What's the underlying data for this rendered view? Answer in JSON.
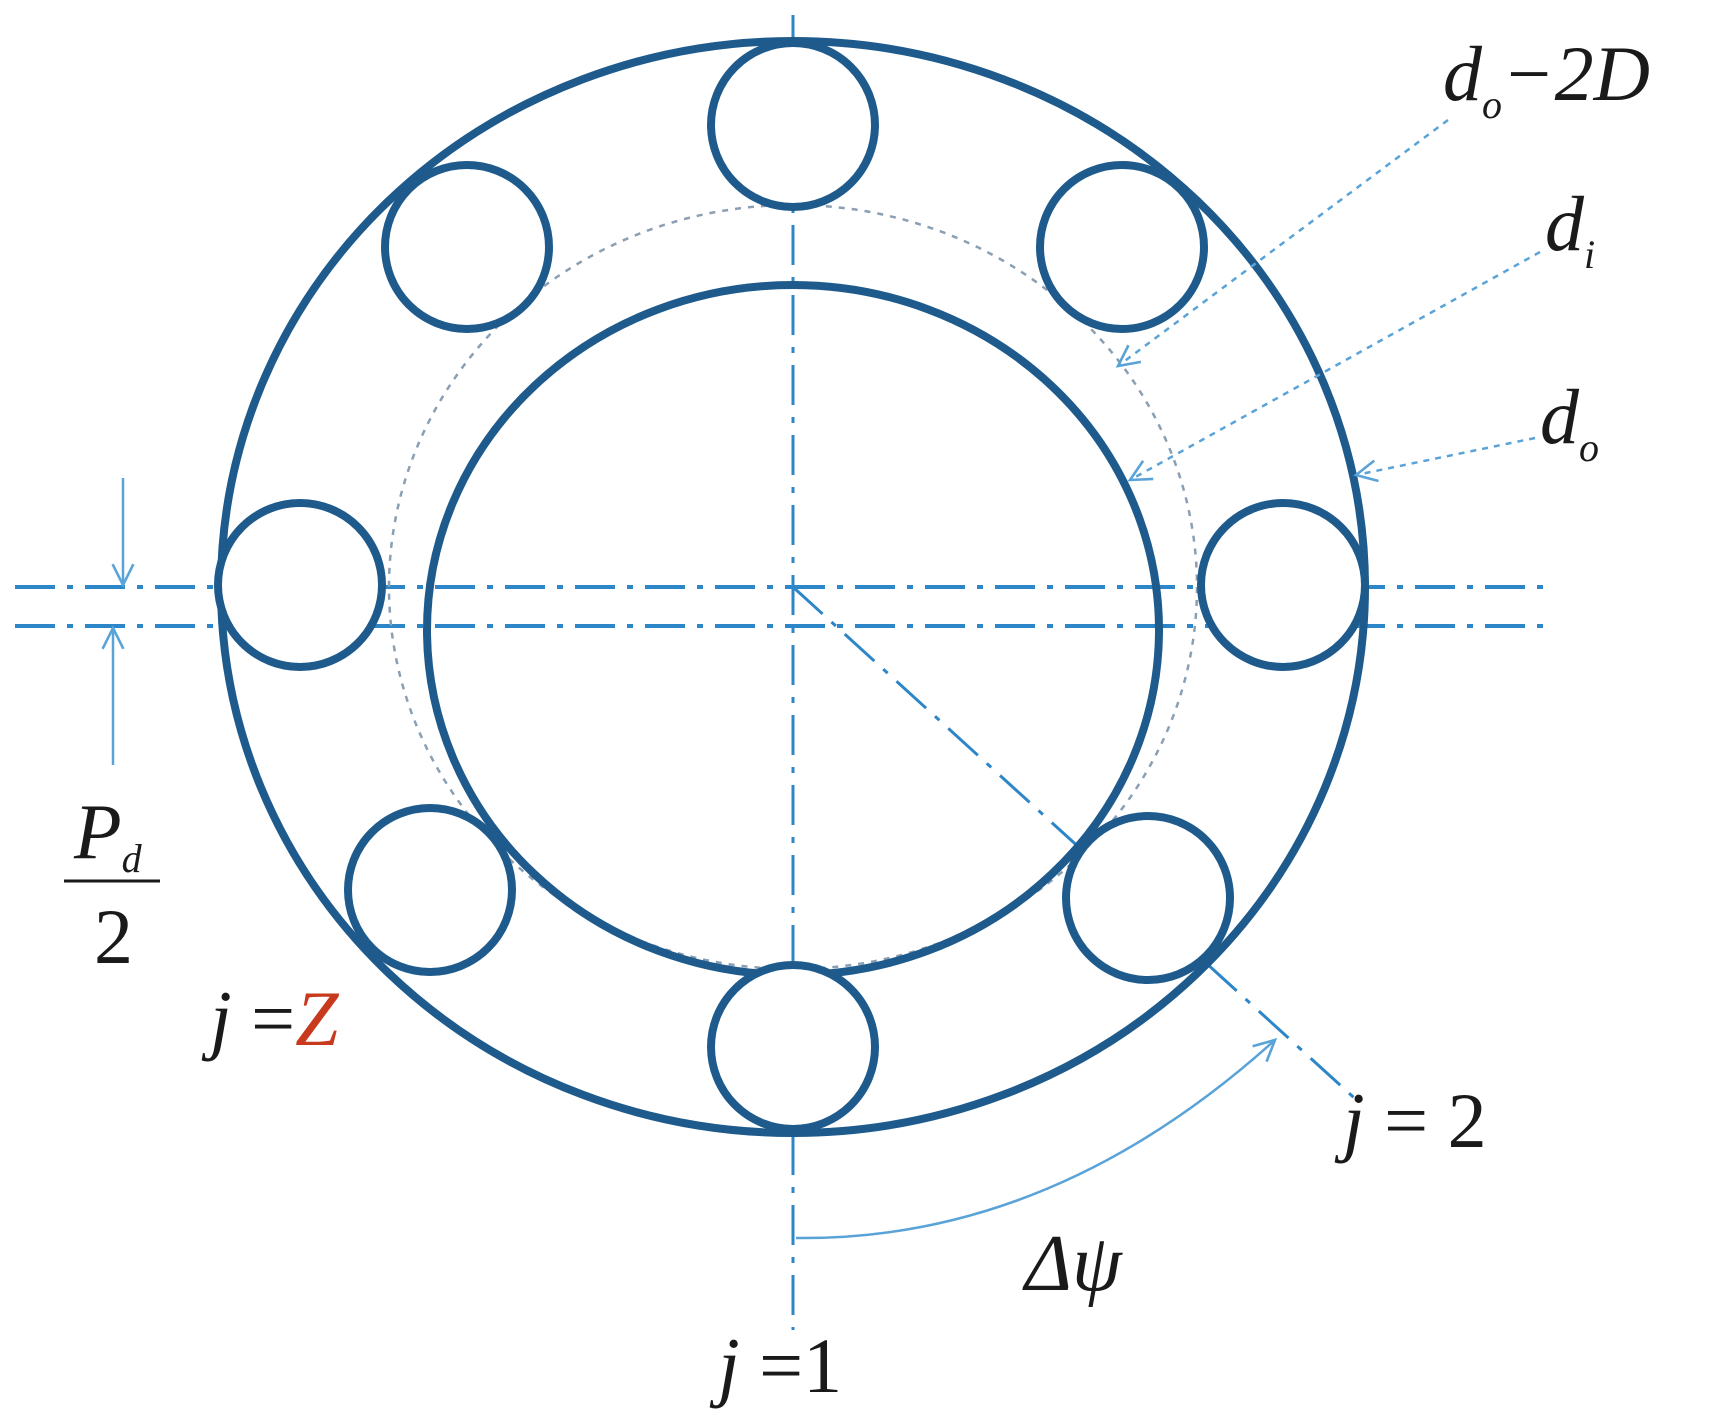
{
  "colors": {
    "ring": "#1e5b8c",
    "axis": "#2d86c8",
    "leader": "#5aa3d8",
    "dotted": "#8a9fb3",
    "text": "#1a1a1a",
    "accent": "#c83a1e"
  },
  "diagram": {
    "ball_count_shown": 8,
    "labels": {
      "do_minus_2D": {
        "base": "d",
        "sub": "o",
        "tail": "−2D"
      },
      "di": {
        "base": "d",
        "sub": "i"
      },
      "do": {
        "base": "d",
        "sub": "o"
      },
      "pd_half": {
        "numerator_base": "P",
        "numerator_sub": "d",
        "denominator": "2"
      },
      "j_Z": {
        "var": "j",
        "eq": " =",
        "val": "Z"
      },
      "j_2": {
        "var": "j",
        "eq": " = 2"
      },
      "j_1": {
        "var": "j",
        "eq": " =1"
      },
      "delta_psi": {
        "text": "Δψ"
      }
    }
  }
}
